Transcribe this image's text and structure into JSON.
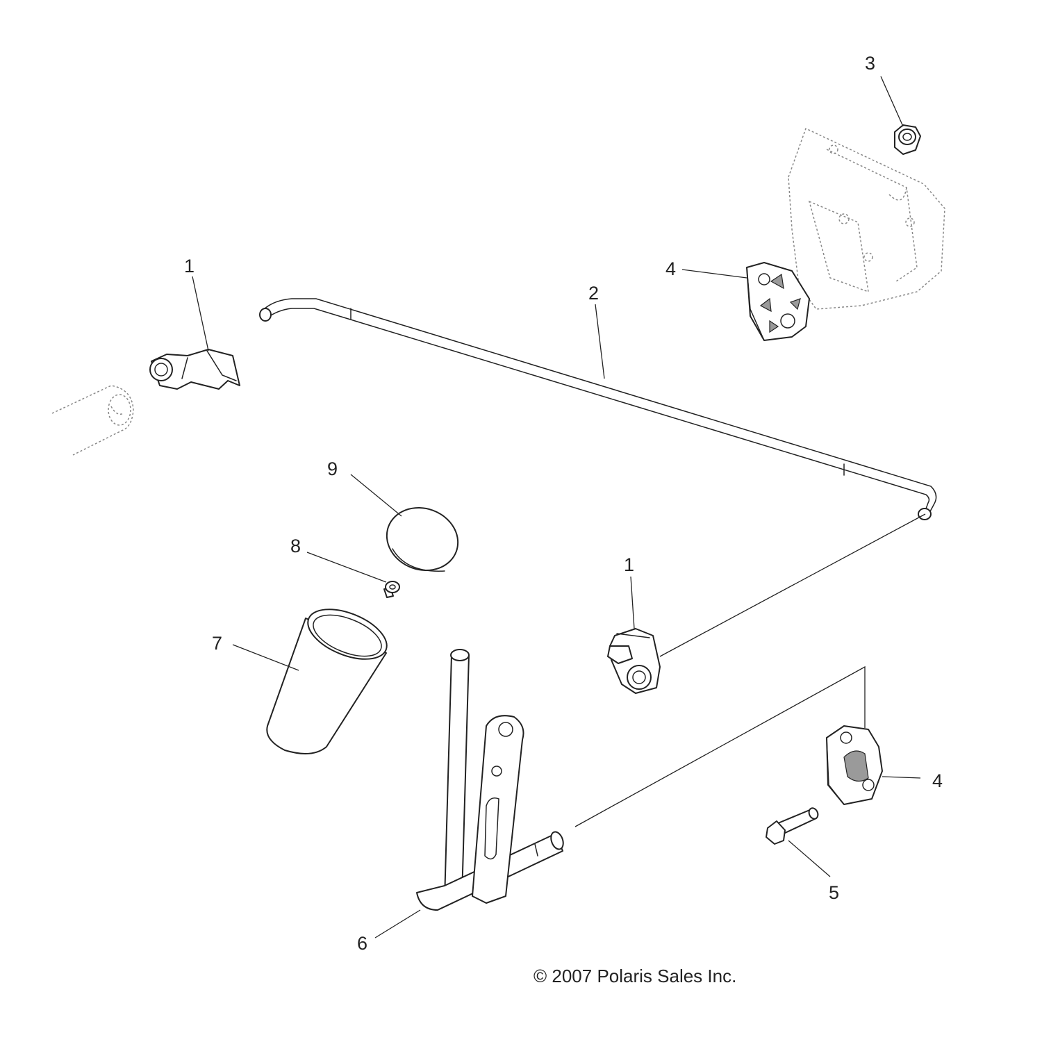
{
  "callouts": [
    {
      "id": "c1a",
      "label": "1"
    },
    {
      "id": "c2",
      "label": "2"
    },
    {
      "id": "c3",
      "label": "3"
    },
    {
      "id": "c4a",
      "label": "4"
    },
    {
      "id": "c9",
      "label": "9"
    },
    {
      "id": "c8",
      "label": "8"
    },
    {
      "id": "c1b",
      "label": "1"
    },
    {
      "id": "c7",
      "label": "7"
    },
    {
      "id": "c4b",
      "label": "4"
    },
    {
      "id": "c5",
      "label": "5"
    },
    {
      "id": "c6",
      "label": "6"
    }
  ],
  "footer": {
    "copyright": "© 2007  Polaris Sales Inc."
  }
}
